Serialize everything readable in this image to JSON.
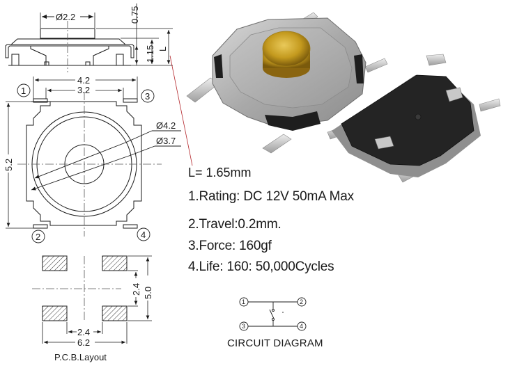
{
  "side_view": {
    "title": "side-view-drawing",
    "dims": {
      "actuator_diameter": "Ø2.2",
      "actuator_height": "0.75",
      "body_height": "1.15",
      "total_height_label": "L"
    }
  },
  "top_view": {
    "dims": {
      "outer_width": "4.2",
      "pin_pitch": "3.2",
      "height": "5.2",
      "outer_ring_diameter": "Ø4.2",
      "inner_ring_diameter": "Ø3.7"
    },
    "pins": [
      "1",
      "2",
      "3",
      "4"
    ]
  },
  "pcb_layout": {
    "label": "P.C.B.Layout",
    "dims": {
      "inner_x": "2.4",
      "outer_x": "6.2",
      "inner_y": "2.4",
      "outer_y": "5.0"
    }
  },
  "specs": {
    "l_value": "L= 1.65mm",
    "items": [
      {
        "key": "1.Rating:",
        "value": " DC 12V 50mA Max"
      },
      {
        "key": "2.Travel:",
        "value": "0.2mm."
      },
      {
        "key": "3.Force:",
        "value": " 160gf"
      },
      {
        "key": "4.Life:",
        "value": " 160: 50,000Cycles"
      }
    ]
  },
  "circuit_diagram": {
    "label": "CIRCUIT DIAGRAM",
    "pins": [
      "1",
      "2",
      "3",
      "4"
    ]
  },
  "photo": {
    "description": "product-photo-tactile-switch-top-and-bottom"
  },
  "colors": {
    "line": "#1a1a1a",
    "leader_red": "#b3262b",
    "metal": "#bdbdbd",
    "brass": "#c9a227",
    "body_black": "#222222"
  }
}
